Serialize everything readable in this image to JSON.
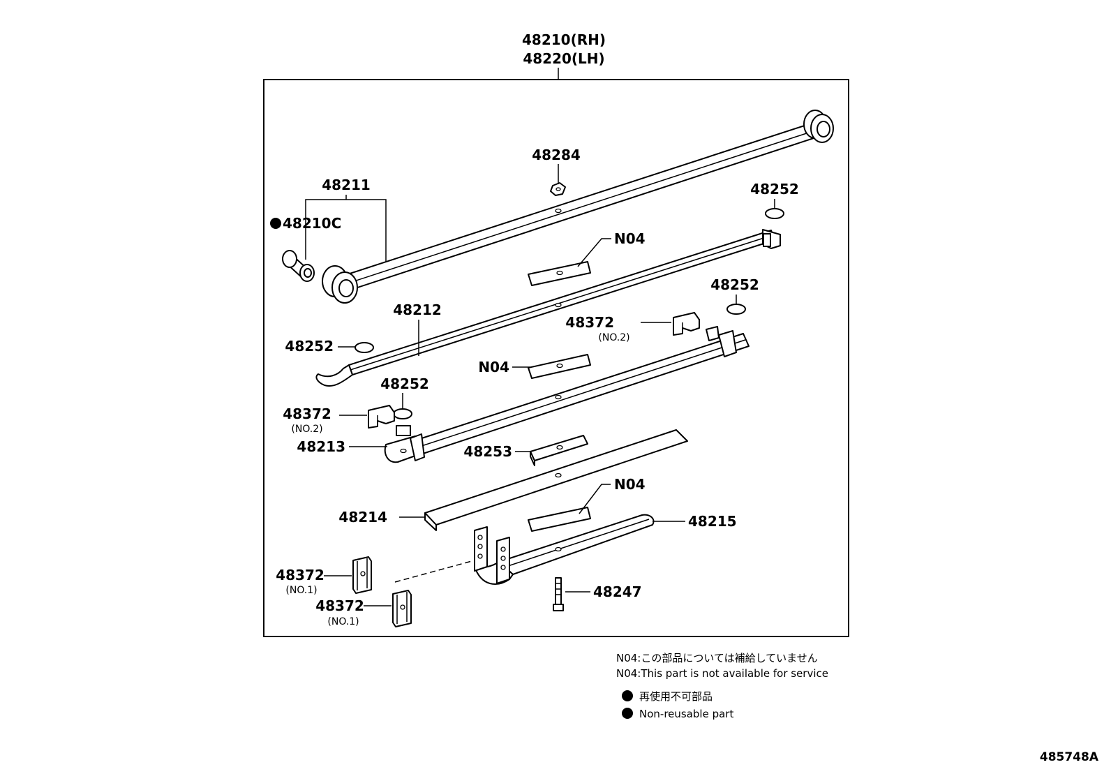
{
  "assembly": {
    "part_rh": "48210(RH)",
    "part_lh": "48220(LH)"
  },
  "labels": {
    "p48211": "48211",
    "p48210c": "48210C",
    "p48284": "48284",
    "p48252_a": "48252",
    "p48252_b": "48252",
    "p48252_c": "48252",
    "p48252_d": "48252",
    "n04_a": "N04",
    "n04_b": "N04",
    "n04_c": "N04",
    "p48212": "48212",
    "p48372_a": "48372",
    "p48372_a_sub": "(NO.2)",
    "p48372_b": "48372",
    "p48372_b_sub": "(NO.2)",
    "p48213": "48213",
    "p48253": "48253",
    "p48214": "48214",
    "p48215": "48215",
    "p48372_c": "48372",
    "p48372_c_sub": "(NO.1)",
    "p48372_d": "48372",
    "p48372_d_sub": "(NO.1)",
    "p48247": "48247"
  },
  "notes": {
    "n04_jp": "N04:この部品については補給していません",
    "n04_en": "N04:This part is not available for service",
    "legend_jp": "再使用不可部品",
    "legend_en": "Non-reusable part"
  },
  "diagram_code": "485748A"
}
